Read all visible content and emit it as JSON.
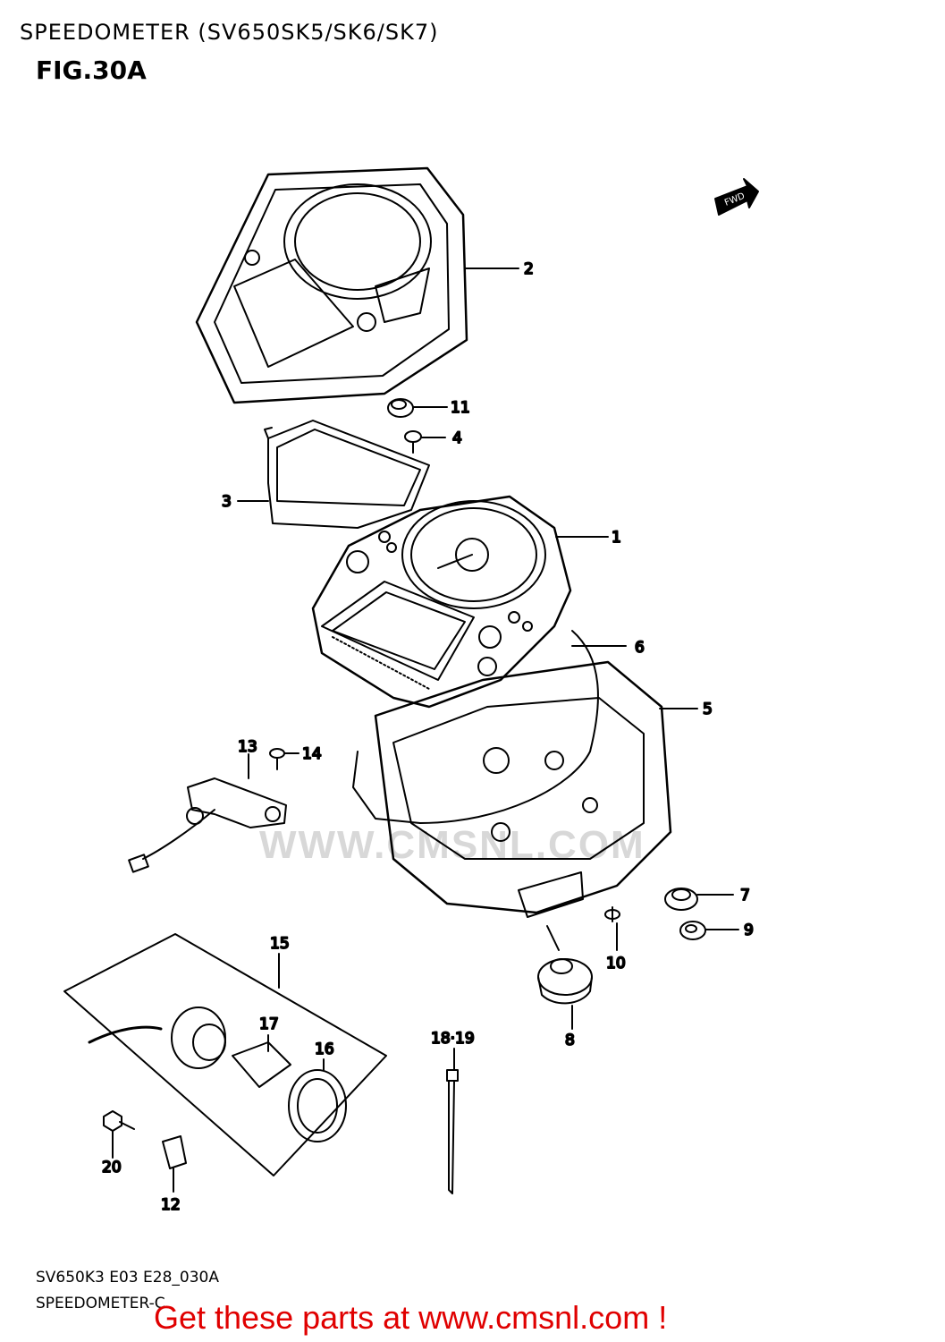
{
  "header": {
    "title": "SPEEDOMETER (SV650SK5/SK6/SK7)",
    "figure": "FIG.30A"
  },
  "fwd_badge": "FWD",
  "watermark": "WWW.CMSNL.COM",
  "callouts": {
    "c1": "1",
    "c2": "2",
    "c3": "3",
    "c4": "4",
    "c5": "5",
    "c6": "6",
    "c7": "7",
    "c8": "8",
    "c9": "9",
    "c10": "10",
    "c11": "11",
    "c12": "12",
    "c13": "13",
    "c14": "14",
    "c15": "15",
    "c16": "16",
    "c17": "17",
    "c18_19": "18·19",
    "c20": "20"
  },
  "footer": {
    "code": "SV650K3 E03 E28_030A",
    "name": "SPEEDOMETER-C",
    "promo": "Get these parts at www.cmsnl.com !"
  },
  "colors": {
    "line": "#000000",
    "promo": "#e00000",
    "watermark": "#d8d8d8"
  }
}
